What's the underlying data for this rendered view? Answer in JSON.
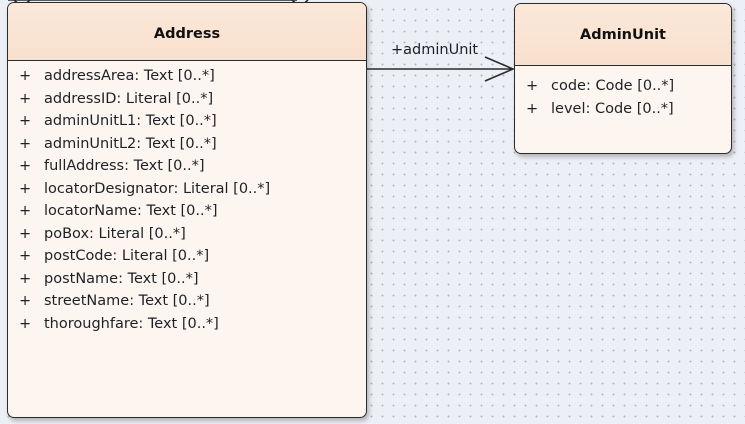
{
  "classes": {
    "address": {
      "name": "Address",
      "attributes": [
        {
          "visibility": "+",
          "text": "addressArea: Text [0..*]"
        },
        {
          "visibility": "+",
          "text": "addressID: Literal [0..*]"
        },
        {
          "visibility": "+",
          "text": "adminUnitL1: Text [0..*]"
        },
        {
          "visibility": "+",
          "text": "adminUnitL2: Text [0..*]"
        },
        {
          "visibility": "+",
          "text": "fullAddress: Text [0..*]"
        },
        {
          "visibility": "+",
          "text": "locatorDesignator: Literal [0..*]"
        },
        {
          "visibility": "+",
          "text": "locatorName: Text [0..*]"
        },
        {
          "visibility": "+",
          "text": "poBox: Literal [0..*]"
        },
        {
          "visibility": "+",
          "text": "postCode: Literal [0..*]"
        },
        {
          "visibility": "+",
          "text": "postName: Text [0..*]"
        },
        {
          "visibility": "+",
          "text": "streetName: Text [0..*]"
        },
        {
          "visibility": "+",
          "text": "thoroughfare: Text [0..*]"
        }
      ]
    },
    "admin_unit": {
      "name": "AdminUnit",
      "attributes": [
        {
          "visibility": "+",
          "text": "code: Code [0..*]"
        },
        {
          "visibility": "+",
          "text": "level: Code [0..*]"
        }
      ]
    }
  },
  "association": {
    "role_label": "+adminUnit",
    "source": "Address",
    "target": "AdminUnit",
    "navigability": "open-arrow"
  },
  "colors": {
    "canvas_background": "#eceff5",
    "grid_dot": "#b3b8c4",
    "class_fill": "#fdf6f0",
    "class_header_fill": "#f8e0cd",
    "border": "#2b2b2b",
    "text": "#1e2028"
  }
}
